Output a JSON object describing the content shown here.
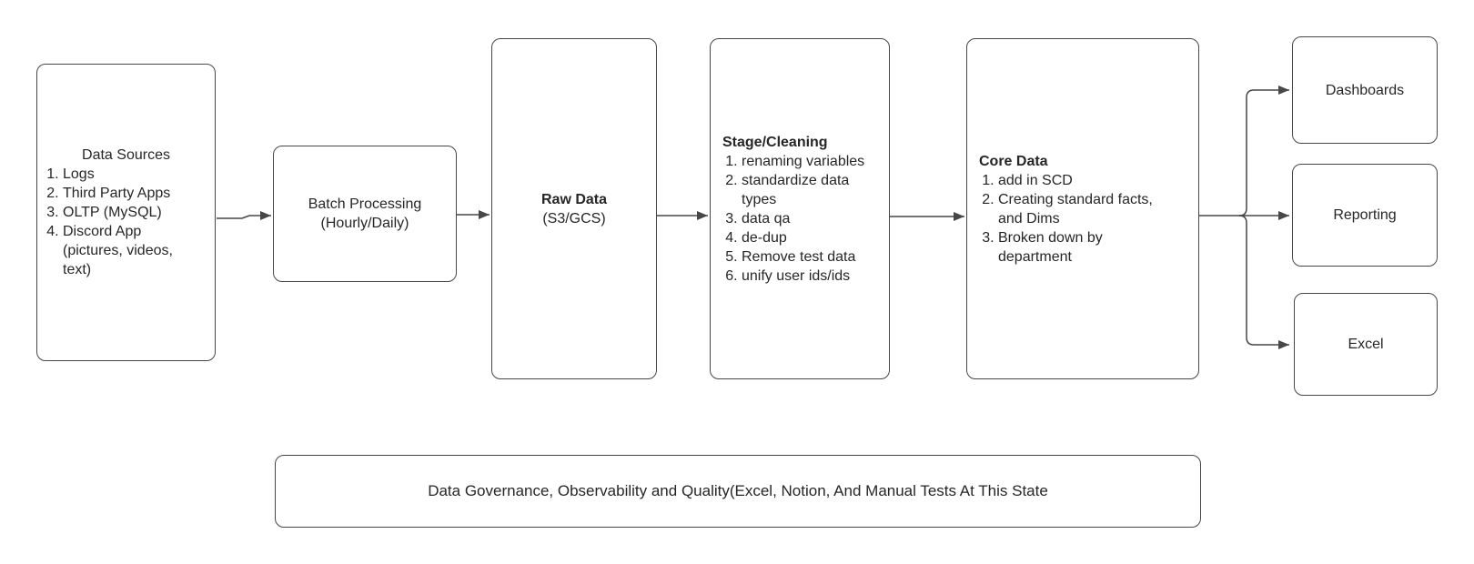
{
  "diagram": {
    "nodes": {
      "data_sources": {
        "title": "Data Sources",
        "items": [
          "Logs",
          "Third Party Apps",
          "OLTP (MySQL)",
          "Discord App (pictures, videos, text)"
        ]
      },
      "batch_processing": {
        "line1": "Batch Processing",
        "line2": "(Hourly/Daily)"
      },
      "raw_data": {
        "title": "Raw Data",
        "subtitle": "(S3/GCS)"
      },
      "stage_cleaning": {
        "title": "Stage/Cleaning",
        "items": [
          "renaming variables",
          "standardize data types",
          "data qa",
          "de-dup",
          "Remove test data",
          "unify user ids/ids"
        ]
      },
      "core_data": {
        "title": "Core Data",
        "items": [
          "add in SCD",
          "Creating standard facts, and Dims",
          "Broken down by department"
        ]
      },
      "dashboards": {
        "label": "Dashboards"
      },
      "reporting": {
        "label": "Reporting"
      },
      "excel": {
        "label": "Excel"
      },
      "governance": {
        "label": "Data Governance, Observability and Quality(Excel, Notion, And Manual Tests At This State"
      }
    },
    "colors": {
      "stroke": "#474747",
      "text": "#262626",
      "background": "#ffffff"
    }
  }
}
